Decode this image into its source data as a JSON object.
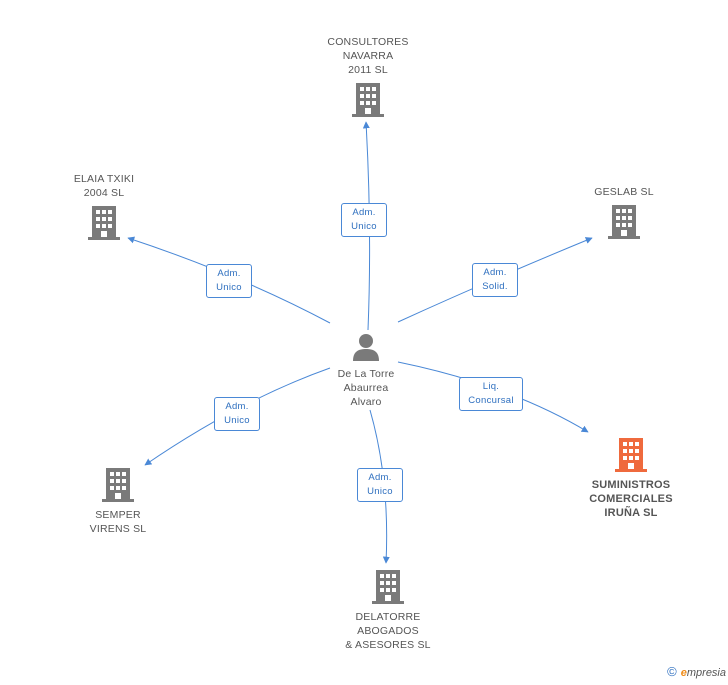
{
  "colors": {
    "edge": "#4a88d6",
    "company_icon": "#7a7a7a",
    "focus_icon": "#ef6a3d",
    "person_icon": "#7a7a7a"
  },
  "center": {
    "name": [
      "De La Torre",
      "Abaurrea",
      "Alvaro"
    ],
    "icon": "person-icon"
  },
  "companies": [
    {
      "id": "consultores",
      "name": [
        "CONSULTORES",
        "NAVARRA",
        "2011 SL"
      ],
      "relation": [
        "Adm.",
        "Unico"
      ],
      "icon": "building-icon"
    },
    {
      "id": "elaia",
      "name": [
        "ELAIA TXIKI",
        "2004 SL"
      ],
      "relation": [
        "Adm.",
        "Unico"
      ],
      "icon": "building-icon"
    },
    {
      "id": "geslab",
      "name": [
        "GESLAB SL"
      ],
      "relation": [
        "Adm.",
        "Solid."
      ],
      "icon": "building-icon"
    },
    {
      "id": "suministros",
      "name": [
        "SUMINISTROS",
        "COMERCIALES",
        "IRUÑA SL"
      ],
      "relation": [
        "Liq.",
        "Concursal"
      ],
      "icon": "building-icon",
      "focus": true
    },
    {
      "id": "semper",
      "name": [
        "SEMPER",
        "VIRENS SL"
      ],
      "relation": [
        "Adm.",
        "Unico"
      ],
      "icon": "building-icon"
    },
    {
      "id": "delatorre",
      "name": [
        "DELATORRE",
        "ABOGADOS",
        "& ASESORES SL"
      ],
      "relation": [
        "Adm.",
        "Unico"
      ],
      "icon": "building-icon"
    }
  ],
  "footer": {
    "copyright": "©",
    "brand_initial": "e",
    "brand_rest": "mpresia"
  }
}
